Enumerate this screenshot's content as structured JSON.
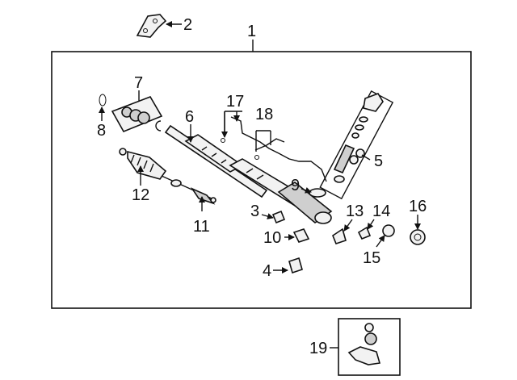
{
  "labels": {
    "c1": "1",
    "c2": "2",
    "c3": "3",
    "c4": "4",
    "c5": "5",
    "c6": "6",
    "c7": "7",
    "c8": "8",
    "c9": "9",
    "c10": "10",
    "c11": "11",
    "c12": "12",
    "c13": "13",
    "c14": "14",
    "c15": "15",
    "c16": "16",
    "c17": "17",
    "c18": "18",
    "c19": "19"
  },
  "colors": {
    "ink": "#111111",
    "part_fill": "#f2f2f2",
    "part_shade": "#cfcfcf",
    "background": "#ffffff"
  }
}
